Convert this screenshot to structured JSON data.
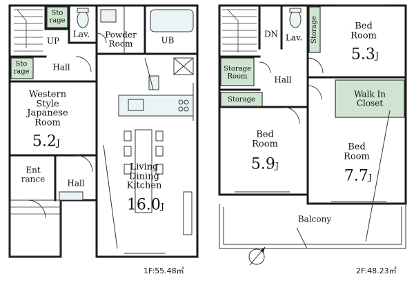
{
  "floor1": {
    "area": "1F:55.48㎡",
    "rooms": {
      "storage_top": "Sto\nrage",
      "lav": "Lav.",
      "powder": "Powder\nRoom",
      "ub": "UB",
      "up": "UP",
      "hall_upper": "Hall",
      "storage_left": "Sto\nrage",
      "japanese": "Western\nStyle\nJapanese\nRoom",
      "japanese_size": "5.2",
      "entrance": "Ent\nrance",
      "hall_lower": "Hall",
      "ldk": "Living\nDining\nKitchen",
      "ldk_size": "16.0"
    }
  },
  "floor2": {
    "area": "2F:48.23㎡",
    "rooms": {
      "dn": "DN",
      "lav": "Lav.",
      "storage_vertical": "Storage",
      "bed_ne": "Bed\nRoom",
      "bed_ne_size": "5.3",
      "storage_room": "Storage\nRoom",
      "hall": "Hall",
      "walk_in": "Walk In\nCloset",
      "storage_h": "Storage",
      "bed_mid": "Bed\nRoom",
      "bed_mid_size": "5.9",
      "bed_se": "Bed\nRoom",
      "bed_se_size": "7.7",
      "balcony": "Balcony"
    }
  },
  "unit_mark": "J",
  "icons": {
    "compass": "north-arrow-icon",
    "stairs": "staircase-icon"
  }
}
